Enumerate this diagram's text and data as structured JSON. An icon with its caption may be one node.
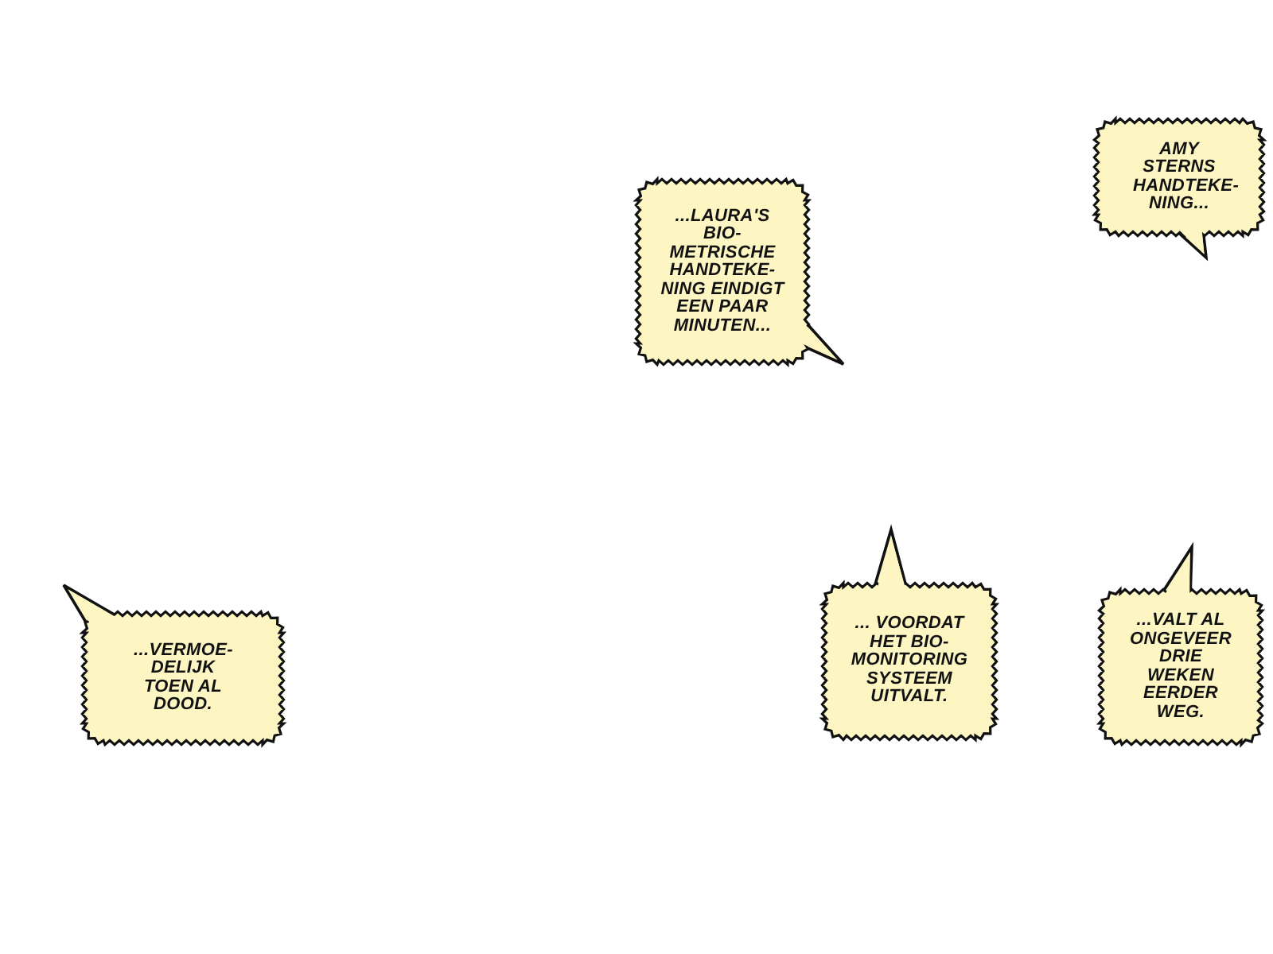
{
  "diagram": {
    "nodes": [
      {
        "text": [
          "...LAURA'S BIO- METRISCHE HANDTEKE- NING EINDIGT EEN PAAR MINUTEN..."
        ]
      },
      {
        "text": [
          "AMY STERNS HANDTEKE- NING..."
        ]
      },
      {
        "text": [
          "...VERMOE- DELIJK TOEN AL DOOD."
        ]
      },
      {
        "text": [
          "... VOORDAT HET BIO- MONITORING SYSTEEM UITVALT."
        ]
      },
      {
        "text": [
          "...VALT AL ONGEVEER DRIE WEKEN EERDER WEG."
        ]
      }
    ]
  }
}
